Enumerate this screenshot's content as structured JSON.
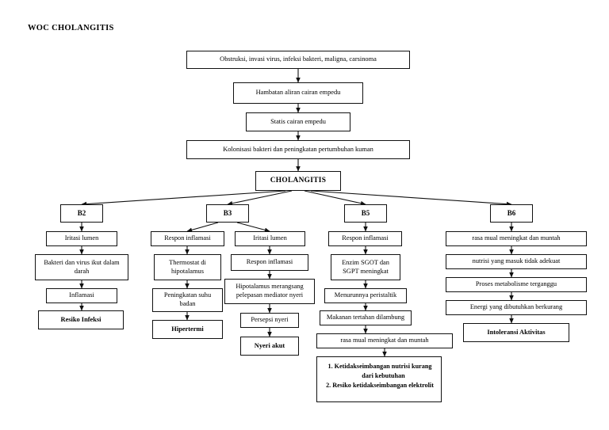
{
  "document": {
    "title": "WOC CHOLANGITIS"
  },
  "chart_data": {
    "type": "diagram",
    "title": "WOC CHOLANGITIS",
    "description": "Web of causation flowchart for cholangitis, branching into B2, B3, B5 and B6 nursing assessment pathways",
    "nodes": [
      {
        "id": "n1",
        "label": "Obstruksi, invasi virus, infeksi bakteri, maligna, carsinoma"
      },
      {
        "id": "n2",
        "label": "Hambatan aliran cairan empedu"
      },
      {
        "id": "n3",
        "label": "Statis cairan empedu"
      },
      {
        "id": "n4",
        "label": "Kolonisasi bakteri dan peningkatan pertumbuhan kuman"
      },
      {
        "id": "n5",
        "label": "CHOLANGITIS"
      },
      {
        "id": "b2",
        "label": "B2"
      },
      {
        "id": "b2a",
        "label": "Iritasi lumen"
      },
      {
        "id": "b2b",
        "label": "Bakteri dan virus ikut dalam darah"
      },
      {
        "id": "b2c",
        "label": "Inflamasi"
      },
      {
        "id": "b2d",
        "label": "Resiko Infeksi"
      },
      {
        "id": "b3",
        "label": "B3"
      },
      {
        "id": "b3a",
        "label": "Respon inflamasi"
      },
      {
        "id": "b3b",
        "label": "Thermostat di hipotalamus"
      },
      {
        "id": "b3c",
        "label": "Peningkatan suhu badan"
      },
      {
        "id": "b3d",
        "label": "Hipertermi"
      },
      {
        "id": "b3e",
        "label": "Iritasi lumen"
      },
      {
        "id": "b3f",
        "label": "Respon inflamasi"
      },
      {
        "id": "b3g",
        "label": "Hipotalamus merangsang pelepasan mediator nyeri"
      },
      {
        "id": "b3h",
        "label": "Persepsi nyeri"
      },
      {
        "id": "b3i",
        "label": "Nyeri akut"
      },
      {
        "id": "b5",
        "label": "B5"
      },
      {
        "id": "b5a",
        "label": "Respon inflamasi"
      },
      {
        "id": "b5b",
        "label": "Enzim SGOT dan SGPT meningkat"
      },
      {
        "id": "b5c",
        "label": "Menurunnya peristaltik"
      },
      {
        "id": "b5d",
        "label": "Makanan tertahan dilambung"
      },
      {
        "id": "b5e",
        "label": "rasa mual meningkat dan muntah"
      },
      {
        "id": "b5f_1",
        "label": "1. Ketidakseimbangan nutrisi kurang dari kebutuhan"
      },
      {
        "id": "b5f_2",
        "label": "2. Resiko ketidakseimbangan elektrolit"
      },
      {
        "id": "b6",
        "label": "B6"
      },
      {
        "id": "b6a",
        "label": "rasa mual meningkat dan muntah"
      },
      {
        "id": "b6b",
        "label": "nutrisi yang masuk tidak adekuat"
      },
      {
        "id": "b6c",
        "label": "Proses metabolisme terganggu"
      },
      {
        "id": "b6d",
        "label": "Energi yang dibutuhkan berkurang"
      },
      {
        "id": "b6e",
        "label": "Intoleransi Aktivitas"
      }
    ],
    "edges": [
      [
        "n1",
        "n2"
      ],
      [
        "n2",
        "n3"
      ],
      [
        "n3",
        "n4"
      ],
      [
        "n4",
        "n5"
      ],
      [
        "n5",
        "b2"
      ],
      [
        "n5",
        "b3"
      ],
      [
        "n5",
        "b5"
      ],
      [
        "n5",
        "b6"
      ],
      [
        "b2",
        "b2a"
      ],
      [
        "b2a",
        "b2b"
      ],
      [
        "b2b",
        "b2c"
      ],
      [
        "b2c",
        "b2d"
      ],
      [
        "b3",
        "b3a"
      ],
      [
        "b3",
        "b3e"
      ],
      [
        "b3a",
        "b3b"
      ],
      [
        "b3b",
        "b3c"
      ],
      [
        "b3c",
        "b3d"
      ],
      [
        "b3e",
        "b3f"
      ],
      [
        "b3f",
        "b3g"
      ],
      [
        "b3g",
        "b3h"
      ],
      [
        "b3h",
        "b3i"
      ],
      [
        "b5",
        "b5a"
      ],
      [
        "b5a",
        "b5b"
      ],
      [
        "b5b",
        "b5c"
      ],
      [
        "b5c",
        "b5d"
      ],
      [
        "b5d",
        "b5e"
      ],
      [
        "b5e",
        "b5f"
      ],
      [
        "b6",
        "b6a"
      ],
      [
        "b6a",
        "b6b"
      ],
      [
        "b6b",
        "b6c"
      ],
      [
        "b6c",
        "b6d"
      ],
      [
        "b6d",
        "b6e"
      ]
    ]
  }
}
